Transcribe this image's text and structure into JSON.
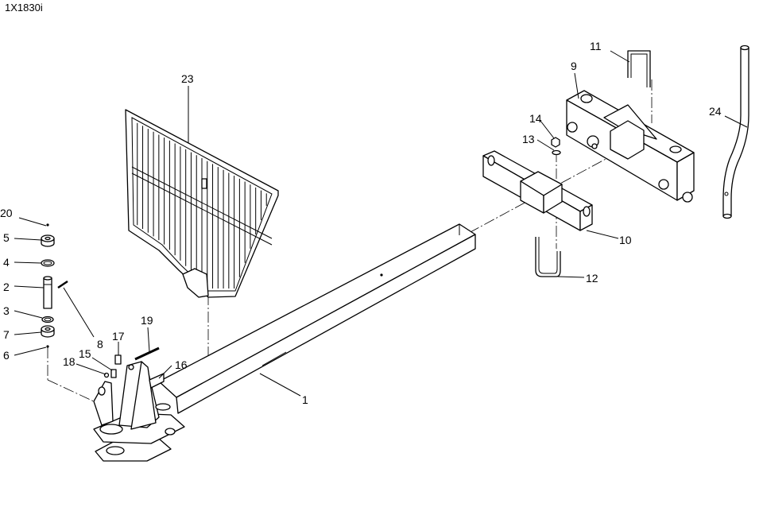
{
  "drawing_id": "1X1830i",
  "callouts": [
    {
      "id": "c1",
      "label": "1"
    },
    {
      "id": "c2",
      "label": "2"
    },
    {
      "id": "c3",
      "label": "3"
    },
    {
      "id": "c4",
      "label": "4"
    },
    {
      "id": "c5",
      "label": "5"
    },
    {
      "id": "c6",
      "label": "6"
    },
    {
      "id": "c7",
      "label": "7"
    },
    {
      "id": "c8",
      "label": "8"
    },
    {
      "id": "c9",
      "label": "9"
    },
    {
      "id": "c10",
      "label": "10"
    },
    {
      "id": "c11",
      "label": "11"
    },
    {
      "id": "c12",
      "label": "12"
    },
    {
      "id": "c13",
      "label": "13"
    },
    {
      "id": "c14",
      "label": "14"
    },
    {
      "id": "c15",
      "label": "15"
    },
    {
      "id": "c16",
      "label": "16"
    },
    {
      "id": "c17",
      "label": "17"
    },
    {
      "id": "c18",
      "label": "18"
    },
    {
      "id": "c19",
      "label": "19"
    },
    {
      "id": "c20",
      "label": "20"
    },
    {
      "id": "c23",
      "label": "23"
    },
    {
      "id": "c24",
      "label": "24"
    }
  ]
}
